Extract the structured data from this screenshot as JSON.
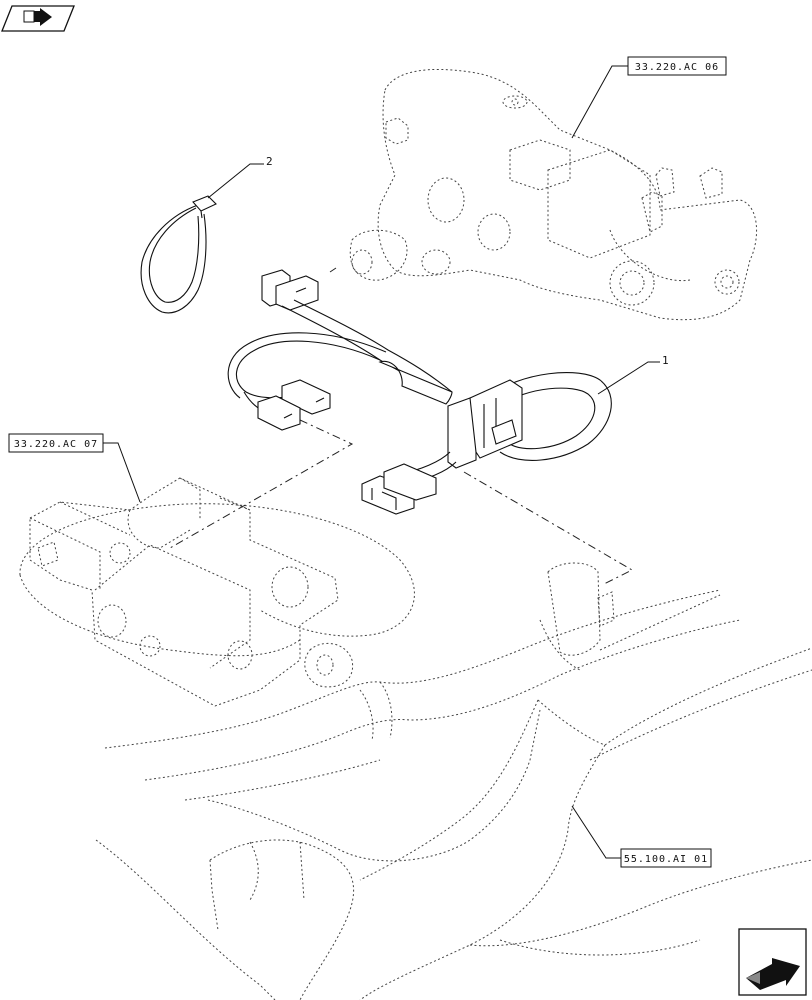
{
  "nav_icons": {
    "top_left": "book-arrow-icon",
    "bottom_right": "next-page-arrow-icon"
  },
  "references": {
    "ref_top_right": "33.220.AC 06",
    "ref_left": "33.220.AC 07",
    "ref_bottom": "55.100.AI 01"
  },
  "callouts": {
    "item_1": "1",
    "item_2": "2"
  }
}
